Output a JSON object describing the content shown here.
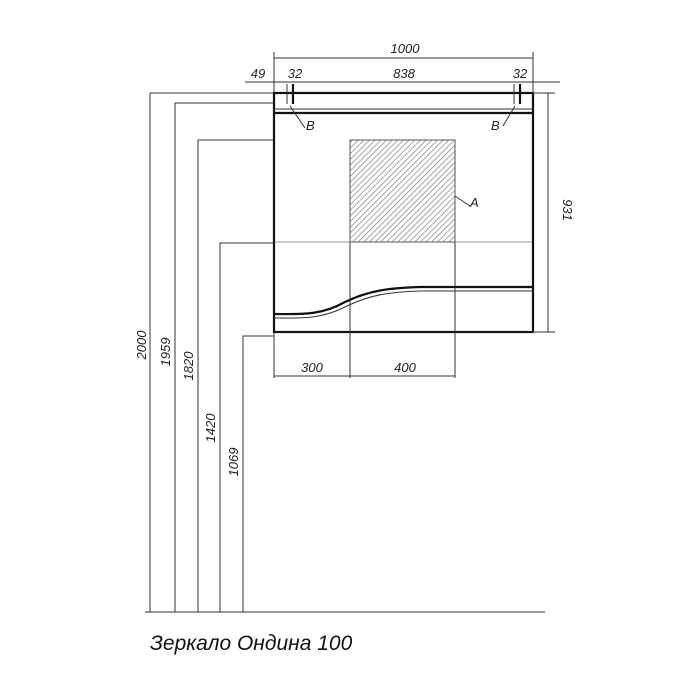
{
  "title": "Зеркало Ондина 100",
  "dimensions": {
    "total_width": "1000",
    "offset_left": "49",
    "mount_left": "32",
    "mount_span": "838",
    "mount_right": "32",
    "height": "931",
    "section_left": "300",
    "section_right": "400",
    "h_2000": "2000",
    "h_1959": "1959",
    "h_1820": "1820",
    "h_1420": "1420",
    "h_1069": "1069"
  },
  "labels": {
    "mount_left": "B",
    "mount_right": "B",
    "area": "A"
  }
}
